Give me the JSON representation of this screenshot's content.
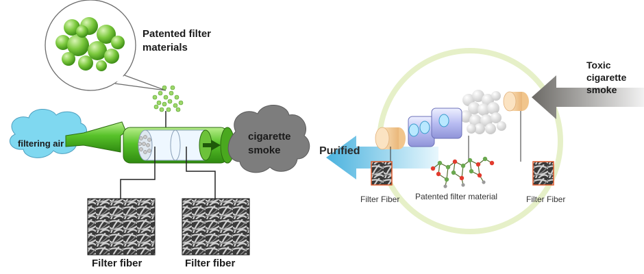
{
  "left_diagram": {
    "patented_label_line1": "Patented filter",
    "patented_label_line2": "materials",
    "filtering_air_label": "filtering air",
    "smoke_label_line1": "cigarette",
    "smoke_label_line2": "smoke",
    "fiber_label_left": "Filter fiber",
    "fiber_label_right": "Filter fiber"
  },
  "right_diagram": {
    "toxic_label_line1": "Toxic",
    "toxic_label_line2": "cigarette",
    "toxic_label_line3": "smoke",
    "purified_label": "Purified",
    "fiber_label_left": "Filter Fiber",
    "material_label": "Patented filter material",
    "fiber_label_right": "Filter Fiber"
  },
  "colors": {
    "holder_green": "#58c22a",
    "bead_green": "#7cc93e",
    "cloud_blue": "#7fd8f0",
    "cloud_grey": "#7d7d7d",
    "ring_green": "#e6f0c8",
    "arrow_blue": "#54b8e0",
    "cap_orange": "#f6cf9a"
  }
}
